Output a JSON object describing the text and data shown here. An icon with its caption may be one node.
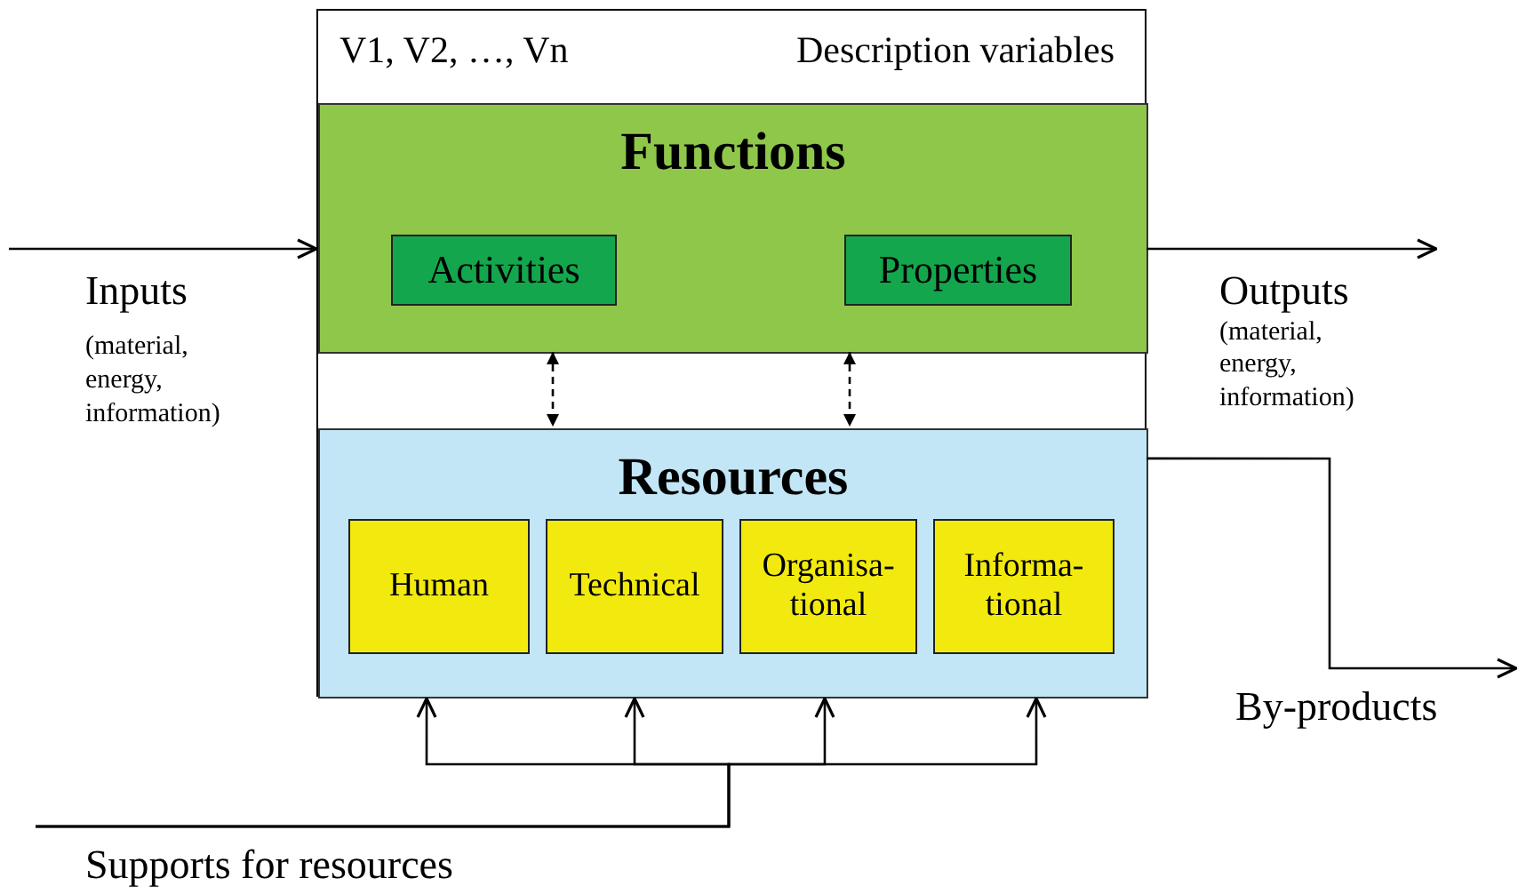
{
  "diagram": {
    "nodes": [
      {
        "text": [
          "V1, V2, …, Vn",
          "Description variables"
        ]
      },
      {
        "text": [
          "Functions"
        ],
        "in": 0
      },
      {
        "text": [
          "Activities"
        ],
        "in": 1
      },
      {
        "text": [
          "Properties"
        ],
        "in": 1
      },
      {
        "text": [
          "Resources"
        ],
        "in": 0
      },
      {
        "text": [
          "Human"
        ],
        "in": 4
      },
      {
        "text": [
          "Technical"
        ],
        "in": 4
      },
      {
        "text": [
          "Organisa-tional"
        ],
        "in": 4
      },
      {
        "text": [
          "Informa-tional"
        ],
        "in": 4
      },
      {
        "text": [
          "Outputs",
          "(material, energy, information)"
        ]
      },
      {
        "text": [
          "By-products"
        ]
      },
      {
        "text": [
          "Supports for resources"
        ]
      }
    ],
    "edges": [
      {
        "from": null,
        "to": 1,
        "arrow": "to"
      },
      {
        "from": 1,
        "to": 4,
        "arrow": "both",
        "style": "dashed"
      },
      {
        "from": 1,
        "to": 4,
        "arrow": "both",
        "style": "dashed"
      },
      {
        "from": 1,
        "to": 9,
        "arrow": "to"
      },
      {
        "from": 4,
        "to": 10,
        "arrow": "to"
      },
      {
        "from": 11,
        "to": 4,
        "arrow": "to"
      },
      {
        "from": 11,
        "to": 4,
        "arrow": "to"
      },
      {
        "from": 11,
        "to": 4,
        "arrow": "to"
      },
      {
        "from": 11,
        "to": 4,
        "arrow": "to"
      }
    ],
    "labels": [
      "Inputs",
      "(material, energy, information)"
    ]
  }
}
